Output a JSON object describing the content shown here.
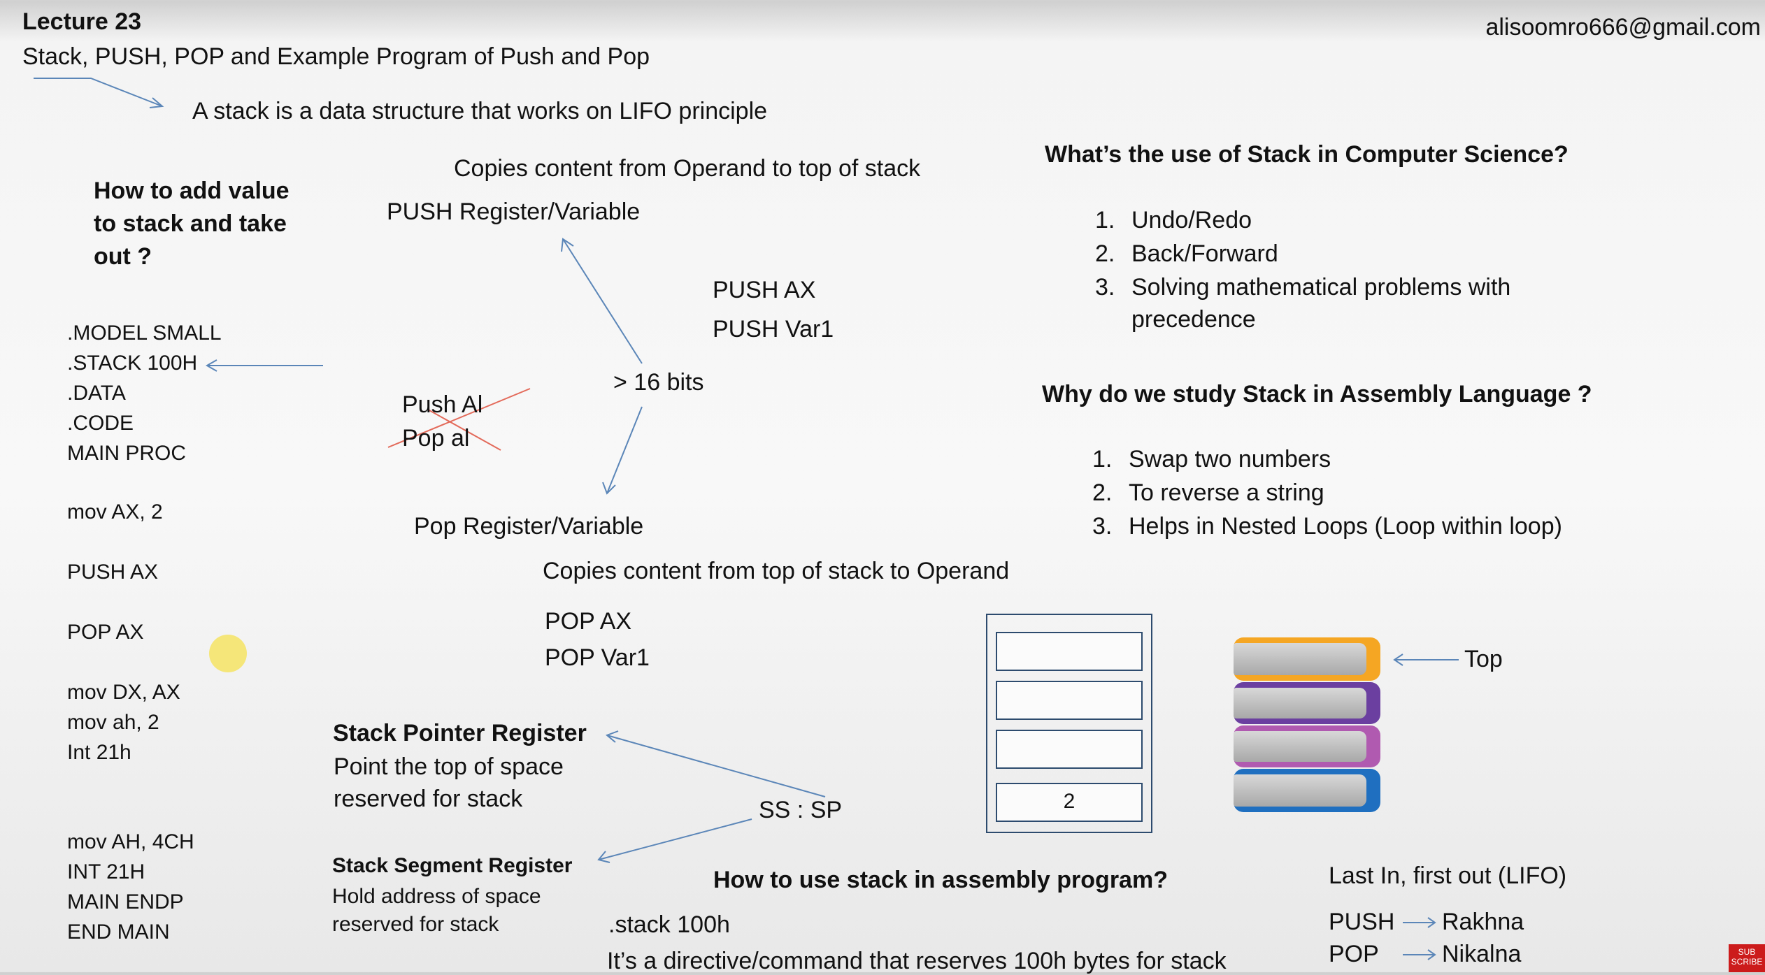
{
  "header": {
    "lecture": "Lecture 23",
    "title": "Stack, PUSH, POP and Example Program of Push and Pop",
    "email": "alisoomro666@gmail.com"
  },
  "definition": "A stack is a data structure that works on LIFO principle",
  "how_to_add": [
    "How to add value",
    "to stack and take",
    "out ?"
  ],
  "program": [
    ".MODEL SMALL",
    ".STACK 100H",
    ".DATA",
    ".CODE",
    "MAIN PROC",
    "mov AX, 2",
    "PUSH AX",
    "POP AX",
    "mov DX, AX",
    "mov ah, 2",
    "Int 21h",
    "mov AH, 4CH",
    "INT 21H",
    "MAIN ENDP",
    "END MAIN"
  ],
  "push": {
    "desc": "Copies content from Operand to top of stack",
    "syntax": "PUSH Register/Variable",
    "examples": [
      "PUSH AX",
      "PUSH Var1"
    ]
  },
  "bits_label": "> 16 bits",
  "crossed": [
    "Push Al",
    "Pop al"
  ],
  "pop": {
    "syntax": "Pop Register/Variable",
    "desc": "Copies content from top of stack to Operand",
    "examples": [
      "POP AX",
      "POP Var1"
    ]
  },
  "uses": {
    "heading": "What’s the use of Stack in Computer Science?",
    "items": [
      "Undo/Redo",
      "Back/Forward",
      "Solving mathematical problems with",
      "precedence"
    ]
  },
  "why": {
    "heading": "Why do we study Stack in Assembly Language ?",
    "items": [
      "Swap two numbers",
      "To reverse a string",
      "Helps in Nested Loops (Loop within loop)"
    ]
  },
  "sp_register": {
    "title": "Stack Pointer Register",
    "lines": [
      "Point the top of space",
      "reserved for stack"
    ]
  },
  "ss_register": {
    "title": "Stack Segment Register",
    "lines": [
      "Hold address of space",
      "reserved for stack"
    ]
  },
  "ss_sp": "SS : SP",
  "how_to_use": {
    "heading": "How to use stack in assembly program?",
    "directive": ".stack 100h",
    "explanation": "It’s a directive/command that  reserves 100h bytes for stack"
  },
  "stack_diagram": {
    "bottom_value": "2"
  },
  "books": {
    "top_label": "Top",
    "colors": [
      "#f5a623",
      "#6b3fa0",
      "#b05ab0",
      "#1f6fc0"
    ]
  },
  "lifo": {
    "heading": "Last In, first out (LIFO)",
    "push": "PUSH",
    "push_meaning": "Rakhna",
    "pop": "POP",
    "pop_meaning": "Nikalna"
  },
  "subscribe_badge": "SUB SCRIBE"
}
